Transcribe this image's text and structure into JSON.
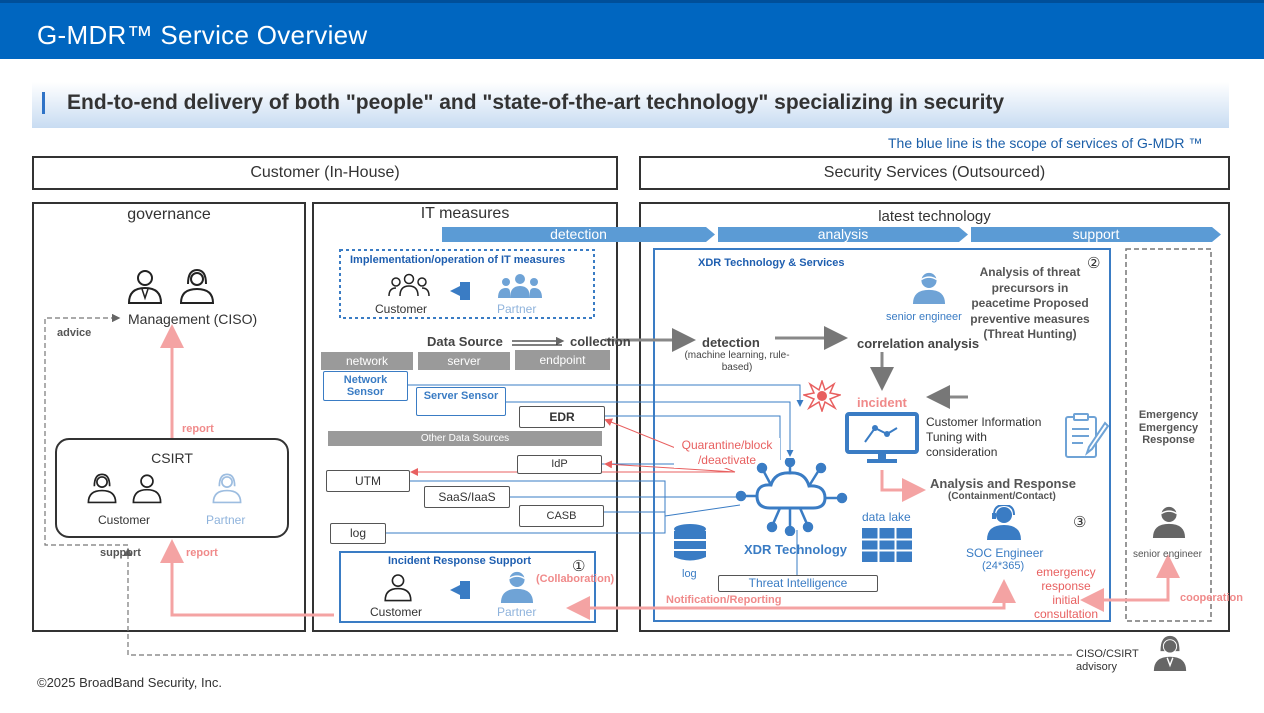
{
  "header": {
    "title": "G-MDR™ Service Overview"
  },
  "subtitle": "End-to-end delivery of both \"people\" and \"state-of-the-art technology\" specializing in security",
  "scope_note": "The blue line is the scope of services of G-MDR ™",
  "columns": {
    "customer": "Customer (In-House)",
    "services": "Security Services (Outsourced)"
  },
  "governance": {
    "title": "governance",
    "management": "Management (CISO)",
    "advice": "advice",
    "report": "report",
    "csirt": {
      "title": "CSIRT",
      "customer": "Customer",
      "partner": "Partner"
    },
    "support": "support",
    "report2": "report"
  },
  "it": {
    "title": "IT measures",
    "impl_title": "Implementation/operation of IT measures",
    "impl_customer": "Customer",
    "impl_partner": "Partner",
    "data_source": "Data Source",
    "collection": "collection",
    "cats": [
      "network",
      "server",
      "endpoint"
    ],
    "network_sensor": "Network Sensor",
    "server_sensor": "Server Sensor",
    "edr": "EDR",
    "other": "Other Data Sources",
    "idp": "IdP",
    "utm": "UTM",
    "saas": "SaaS/IaaS",
    "casb": "CASB",
    "log": "log",
    "irs_title": "Incident Response Support",
    "irs_num": "①",
    "irs_customer": "Customer",
    "irs_partner": "Partner",
    "irs_collab": "(Collaboration)"
  },
  "tech": {
    "title": "latest technology",
    "phases": [
      "detection",
      "analysis",
      "support"
    ],
    "xdr_title": "XDR Technology & Services",
    "senior_engineer": "senior engineer",
    "num2": "②",
    "hunting": "Analysis of threat precursors in peacetime Proposed preventive measures (Threat Hunting)",
    "detection": "detection",
    "detection_sub": "(machine learning, rule-based)",
    "correlation": "correlation analysis",
    "incident": "incident",
    "cust_info": "Customer Information Tuning with consideration",
    "quarantine": "Quarantine/block /deactivate",
    "xdr_tech": "XDR Technology",
    "data_lake": "data lake",
    "log": "log",
    "threat_intel": "Threat Intelligence",
    "analysis_response": "Analysis and Response",
    "containment": "(Containment/Contact)",
    "num3": "③",
    "soc": "SOC Engineer",
    "soc_hours": "(24*365)",
    "notification": "Notification/Reporting",
    "emergency_consult": "emergency response initial consultation",
    "emergency_response": "Emergency Emergency Response",
    "senior_engineer2": "senior engineer",
    "cooperation": "cooperation",
    "advisory": "CISO/CSIRT advisory"
  },
  "footer": "©2025 BroadBand Security, Inc.",
  "colors": {
    "header": "#0066c0",
    "accent_blue": "#3a7cc4",
    "pink": "#f4a3a3",
    "grey": "#9a9a9a"
  }
}
